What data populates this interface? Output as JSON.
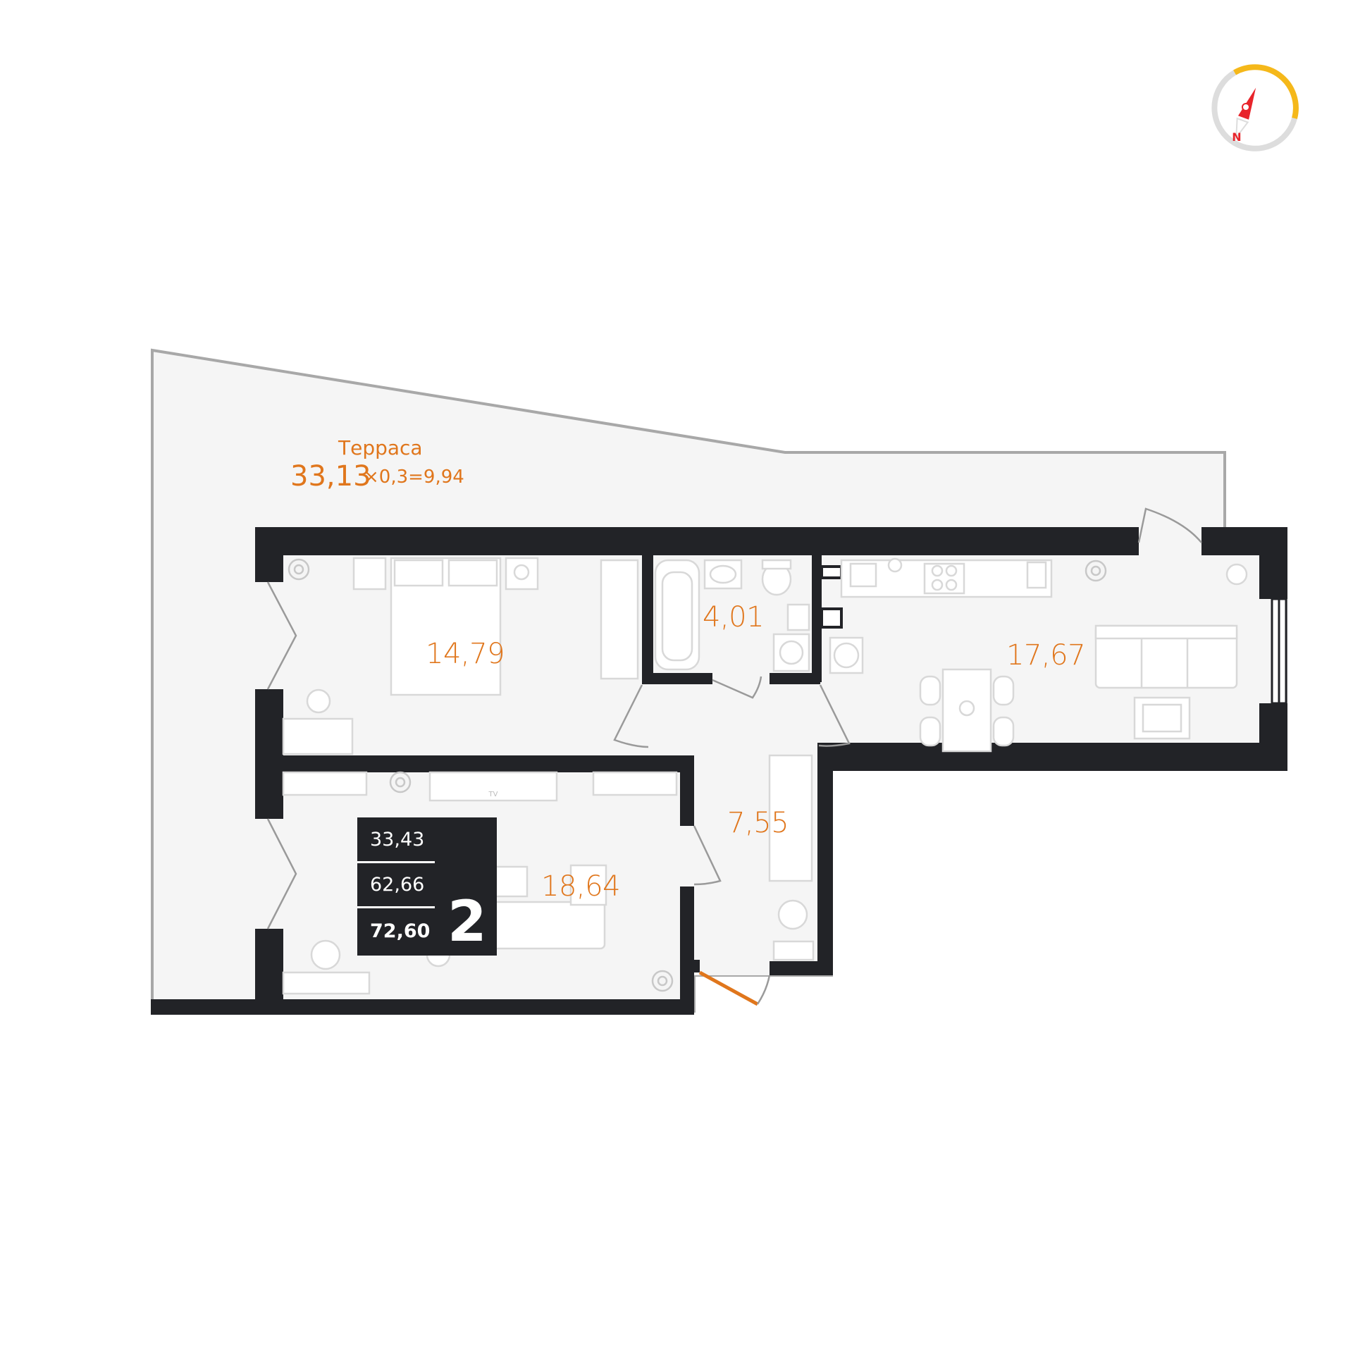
{
  "colors": {
    "wall": "#222327",
    "floor": "#f5f5f5",
    "terrace": "#f5f5f5",
    "accent": "#e0761c",
    "furniture": "#dcdcdc",
    "compass_red": "#e8242b",
    "compass_yellow": "#f5b81a",
    "compass_grey": "#dddddd"
  },
  "terrace": {
    "name": "Терраса",
    "area": "33,13",
    "calc": "×0,3=9,94"
  },
  "rooms": {
    "bedroom": "14,79",
    "bathroom": "4,01",
    "kitchen_living": "17,67",
    "hall": "7,55",
    "living_room": "18,64"
  },
  "summary": {
    "living_area": "33,43",
    "total_area": "62,66",
    "total_with_terrace": "72,60",
    "room_count": "2"
  },
  "furniture": {
    "tv_label": "TV"
  },
  "compass": {
    "north_label": "N"
  }
}
